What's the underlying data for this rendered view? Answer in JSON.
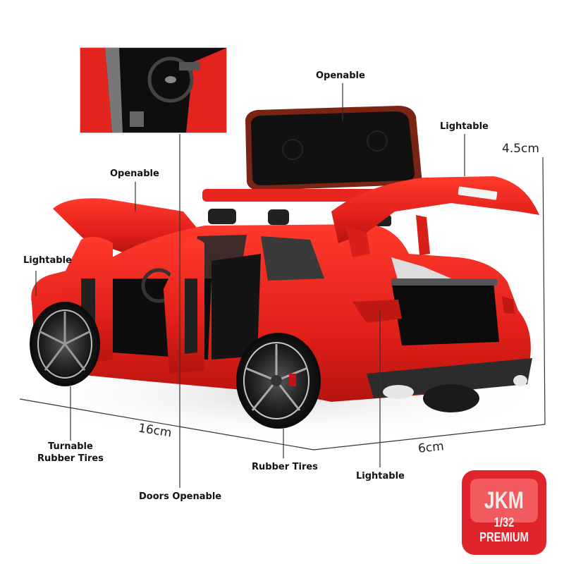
{
  "product": {
    "subject": "red station wagon die-cast model car with opened doors, hood, tailgate and roof box",
    "body_color": "#e8251f"
  },
  "inset": {
    "subject": "interior close-up showing steering wheel and dashboard"
  },
  "callouts": [
    {
      "id": "roofbox",
      "text": "Openable"
    },
    {
      "id": "taillight-upper",
      "text": "Lightable"
    },
    {
      "id": "hood",
      "text": "Openable"
    },
    {
      "id": "headlight",
      "text": "Lightable"
    },
    {
      "id": "front-tires",
      "text": "Turnable\nRubber Tires",
      "line1": "Turnable",
      "line2": "Rubber Tires"
    },
    {
      "id": "doors",
      "text": "Doors Openable"
    },
    {
      "id": "rear-tires",
      "text": "Rubber Tires"
    },
    {
      "id": "taillight-lower",
      "text": "Lightable"
    }
  ],
  "dimensions": {
    "length": "16cm",
    "width": "6cm",
    "height": "4.5cm"
  },
  "badge": {
    "brand": "JKM",
    "scale": "1/32 PREMIUM",
    "outer_color": "#e0242b",
    "inner_color": "#f25a5e"
  }
}
